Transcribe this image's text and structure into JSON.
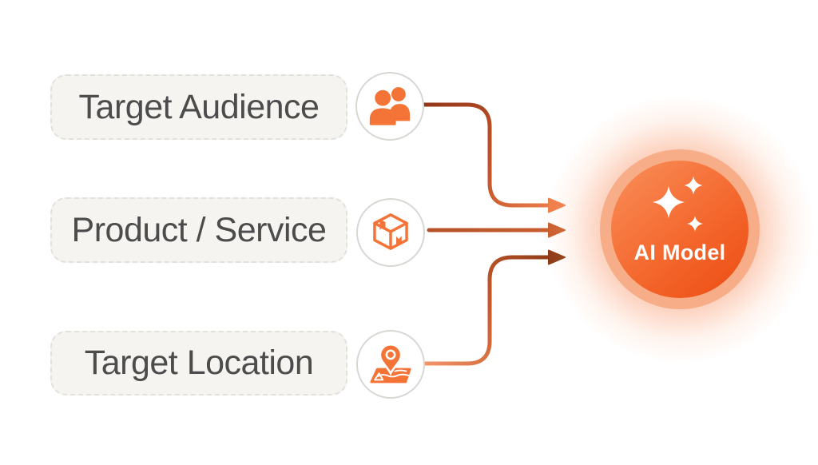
{
  "diagram": {
    "inputs": [
      {
        "label": "Target Audience",
        "icon": "people-icon"
      },
      {
        "label": "Product / Service",
        "icon": "package-icon"
      },
      {
        "label": "Target Location",
        "icon": "map-pin-icon"
      }
    ],
    "model": {
      "label": "AI Model",
      "icon": "sparkles-icon"
    },
    "colors": {
      "accent_orange": "#f47336",
      "box_bg": "#f5f4f1",
      "box_border": "#e2e1dc",
      "label_text": "#4c4c4c",
      "icon_circle_border": "#d8d7d3",
      "model_gradient_start": "#f98f5a",
      "model_gradient_end": "#ec4c12",
      "model_ring": "#f7ad87",
      "arrow_light": "#ef7f4b",
      "arrow_mid": "#c55b2c",
      "arrow_dark": "#8d3c17"
    }
  }
}
